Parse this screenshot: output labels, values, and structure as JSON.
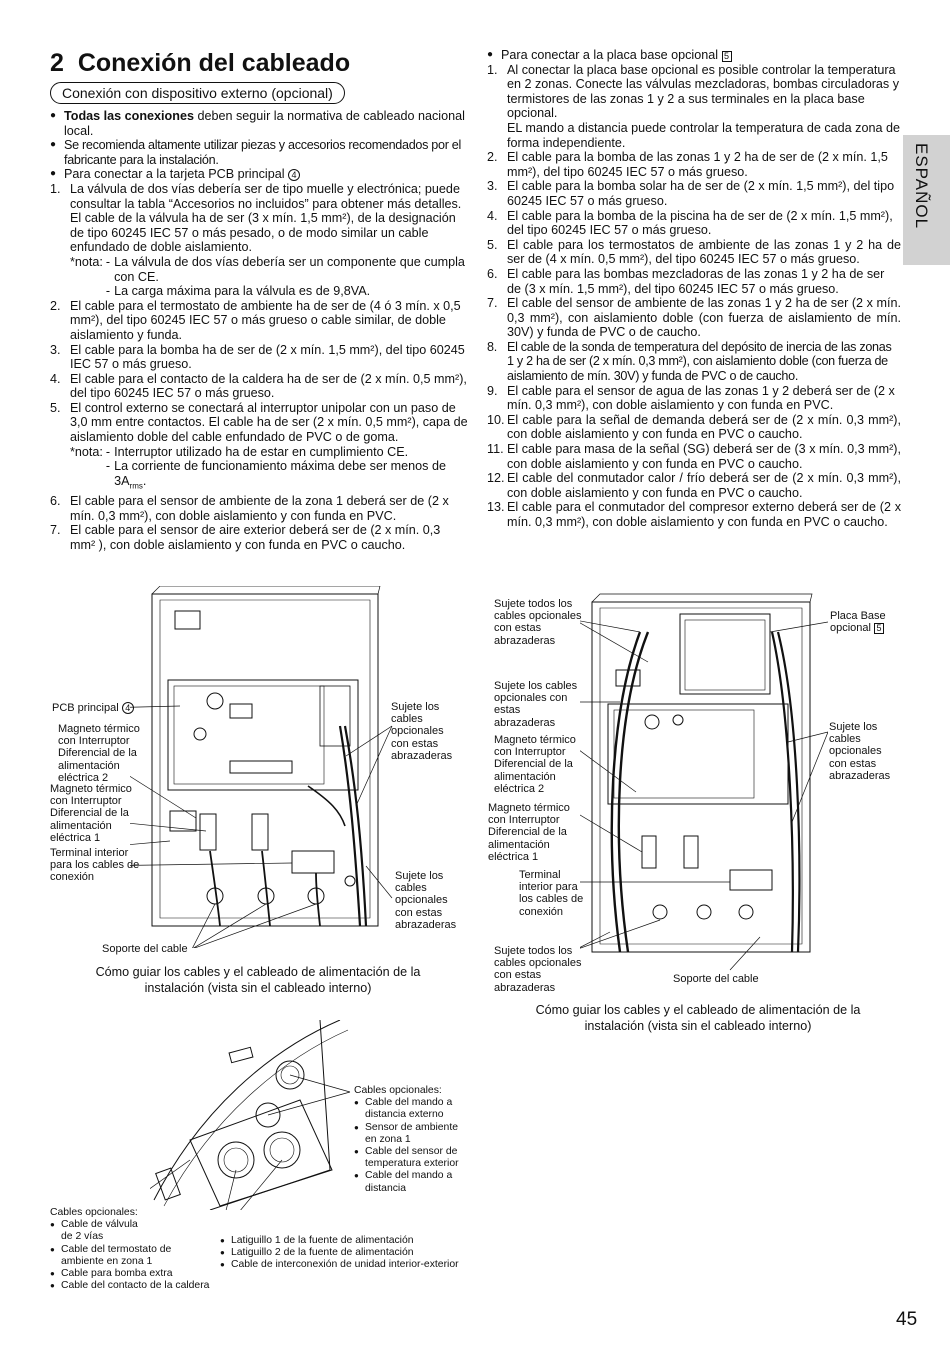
{
  "page_title": {
    "num": "2",
    "text": "Conexión del cableado"
  },
  "subtitle": "Conexión con dispositivo externo (opcional)",
  "side_tab": "ESPAÑOL",
  "page_number": "45",
  "left": {
    "b1_bold": "Todas las conexiones",
    "b1_rest": " deben seguir la normativa de cableado nacional local.",
    "b2": "Se recomienda altamente utilizar piezas y accesorios recomendados por el fabricante para la instalación.",
    "b3": "Para conectar a la tarjeta PCB principal",
    "b3_mark": "4",
    "items": {
      "i1": {
        "num": "1.",
        "text": "La válvula de dos vías debería ser de tipo muelle y electrónica; puede consultar la tabla “Accesorios no incluidos” para obtener más detalles. El cable de la válvula ha de ser (3 x mín. 1,5 mm²), de la designación de tipo 60245 IEC 57 o más pesado, o de modo similar un cable enfundado de doble aislamiento."
      },
      "n1_label": "*nota:",
      "n1a": "La válvula de dos vías debería ser un componente que cumpla con CE.",
      "n1b": "La carga máxima para la válvula es de 9,8VA.",
      "i2": {
        "num": "2.",
        "text": "El cable para el termostato de ambiente ha de ser de (4 ó 3 mín. x 0,5 mm²), del tipo 60245 IEC 57 o más grueso o cable similar, de doble aislamiento y funda."
      },
      "i3": {
        "num": "3.",
        "text": "El cable para la bomba ha de ser de (2 x mín. 1,5 mm²), del tipo 60245 IEC 57 o más grueso."
      },
      "i4": {
        "num": "4.",
        "text": "El cable para el contacto de la caldera ha de ser de (2 x mín. 0,5 mm²), del tipo 60245 IEC 57 o más grueso."
      },
      "i5": {
        "num": "5.",
        "text": "El control externo se conectará al interruptor unipolar con un paso de 3,0 mm entre contactos. El cable ha de ser (2 x mín. 0,5 mm²), capa de aislamiento doble del cable enfundado de PVC o de goma."
      },
      "n5_label": "*nota:",
      "n5a": "Interruptor utilizado ha de estar en cumplimiento CE.",
      "n5b": "La corriente de funcionamiento máxima debe ser menos de 3A",
      "n5b_sub": "rms",
      "n5b_end": ".",
      "i6": {
        "num": "6.",
        "text": "El cable para el sensor de ambiente de la zona 1 deberá ser de (2 x mín. 0,3 mm²), con doble aislamiento y con funda en PVC."
      },
      "i7": {
        "num": "7.",
        "text": "El cable para el sensor de aire exterior deberá ser de (2 x mín. 0,3 mm² ), con doble aislamiento y con funda en PVC o caucho."
      }
    }
  },
  "right": {
    "b1": "Para conectar a la placa base opcional",
    "b1_mark": "5",
    "items": {
      "i1": {
        "num": "1.",
        "text": "Al conectar la placa base opcional es posible controlar la temperatura en 2 zonas. Conecte las válvulas mezcladoras, bombas circuladoras y termistores de las zonas 1 y 2 a sus terminales en la placa base opcional."
      },
      "i1_extra": "EL mando a distancia puede controlar la temperatura de cada zona de forma independiente.",
      "i2": {
        "num": "2.",
        "text": "El cable para la bomba de las zonas 1 y 2 ha de ser de (2 x mín. 1,5 mm²), del tipo 60245 IEC 57 o más grueso."
      },
      "i3": {
        "num": "3.",
        "text": "El cable para la bomba solar ha de ser de (2 x mín. 1,5 mm²), del tipo 60245 IEC 57 o más grueso."
      },
      "i4": {
        "num": "4.",
        "text": "El cable para la bomba de la piscina ha de ser de (2 x mín. 1,5 mm²), del tipo 60245 IEC 57 o más grueso."
      },
      "i5": {
        "num": "5.",
        "text": "El cable para los termostatos de ambiente de las zonas 1 y 2 ha de ser de (4 x mín. 0,5 mm²), del tipo 60245 IEC 57 o más grueso."
      },
      "i6": {
        "num": "6.",
        "text": "El cable para las bombas mezcladoras de las zonas 1 y 2 ha de ser de (3 x mín. 1,5 mm²), del tipo 60245 IEC 57 o más grueso."
      },
      "i7": {
        "num": "7.",
        "text": "El cable del sensor de ambiente de las zonas 1 y 2 ha de ser (2 x mín. 0,3 mm²), con aislamiento doble (con fuerza de aislamiento de mín. 30V) y funda de PVC o de caucho."
      },
      "i8": {
        "num": "8.",
        "text": "El cable de la sonda de temperatura del depósito de inercia de las zonas 1 y 2 ha de ser (2 x mín. 0,3 mm²), con aislamiento doble (con fuerza de aislamiento de mín. 30V) y funda de PVC o de caucho."
      },
      "i9": {
        "num": "9.",
        "text": "El cable para el sensor de agua de las zonas 1 y 2 deberá ser de (2 x mín. 0,3 mm²), con doble aislamiento y con funda en PVC."
      },
      "i10": {
        "num": "10.",
        "text": "El cable para la señal de demanda deberá ser de (2 x mín. 0,3 mm²), con doble aislamiento y con funda en PVC o caucho."
      },
      "i11": {
        "num": "11.",
        "text": "El cable para masa de la señal (SG) deberá ser de (3 x mín. 0,3 mm²), con doble aislamiento y con funda en PVC o caucho."
      },
      "i12": {
        "num": "12.",
        "text": "El cable del conmutador calor / frío deberá ser de (2 x mín. 0,3 mm²), con doble aislamiento y con funda en PVC o caucho."
      },
      "i13": {
        "num": "13.",
        "text": "El cable para el conmutador del compresor externo deberá ser de (2 x mín. 0,3 mm²), con doble aislamiento y con funda en PVC o caucho."
      }
    }
  },
  "fig1": {
    "pcb_label": "PCB principal",
    "pcb_mark": "4",
    "mag2": "Magneto térmico con Interruptor Diferencial de la alimentación eléctrica 2",
    "mag1": "Magneto térmico con Interruptor Diferencial de la alimentación eléctrica 1",
    "terminal": "Terminal interior para los cables de conexión",
    "support": "Soporte del cable",
    "clamp_top": "Sujete los cables opcionales con estas abrazaderas",
    "clamp_bottom": "Sujete los cables opcionales con estas abrazaderas",
    "caption": "Cómo guiar los cables y el cableado de alimentación de la instalación (vista sin el cableado interno)"
  },
  "fig2": {
    "clamp_all_top": "Sujete todos los cables opcionales con estas abrazaderas",
    "clamp_mid": "Sujete los cables opcionales con estas abrazaderas",
    "mag2": "Magneto térmico con Interruptor Diferencial de la alimentación eléctrica 2",
    "mag1": "Magneto térmico con Interruptor Diferencial de la alimentación eléctrica 1",
    "terminal": "Terminal interior para los cables de conexión",
    "clamp_all_bottom": "Sujete todos los cables opcionales con estas abrazaderas",
    "support": "Soporte del cable",
    "optional_board": "Placa Base opcional",
    "optional_board_mark": "5",
    "clamp_right": "Sujete los cables opcionales con estas abrazaderas",
    "caption": "Cómo guiar los cables y el cableado de alimentación de la instalación (vista sin el cableado interno)"
  },
  "fig3": {
    "right_title": "Cables opcionales:",
    "right_items": [
      "Cable del mando a distancia externo",
      "Sensor de ambiente en zona 1",
      "Cable del sensor de temperatura exterior",
      "Cable del mando a distancia"
    ],
    "left_title": "Cables opcionales:",
    "left_items": [
      "Cable de válvula de 2 vías",
      "Cable del termostato de ambiente en zona 1",
      "Cable para bomba extra",
      "Cable del contacto de la caldera"
    ],
    "bottom_items": [
      "Latiguillo 1 de la fuente de alimentación",
      "Latiguillo 2 de la fuente de alimentación",
      "Cable de interconexión de unidad interior-exterior"
    ]
  }
}
